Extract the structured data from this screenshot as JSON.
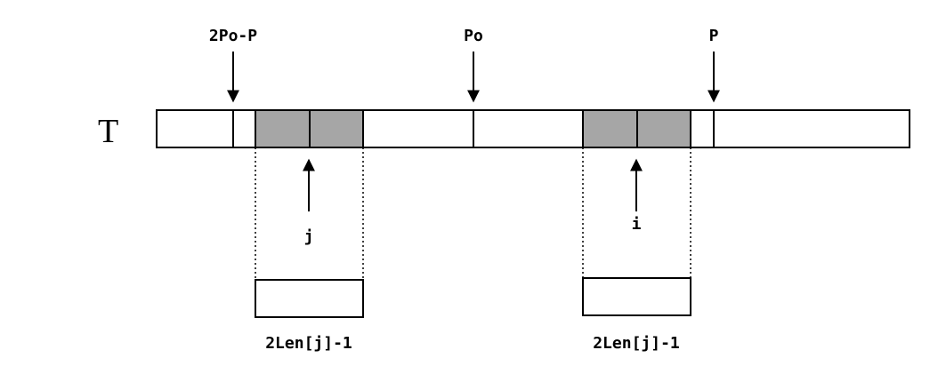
{
  "labels": {
    "string_name": "T",
    "top_left": "2Po-P",
    "top_center": "Po",
    "top_right": "P",
    "index_left": "j",
    "index_right": "i",
    "length_left": "2Len[j]-1",
    "length_right": "2Len[j]-1"
  },
  "colors": {
    "stroke": "#000000",
    "highlight": "#a6a6a6",
    "background": "#ffffff"
  }
}
